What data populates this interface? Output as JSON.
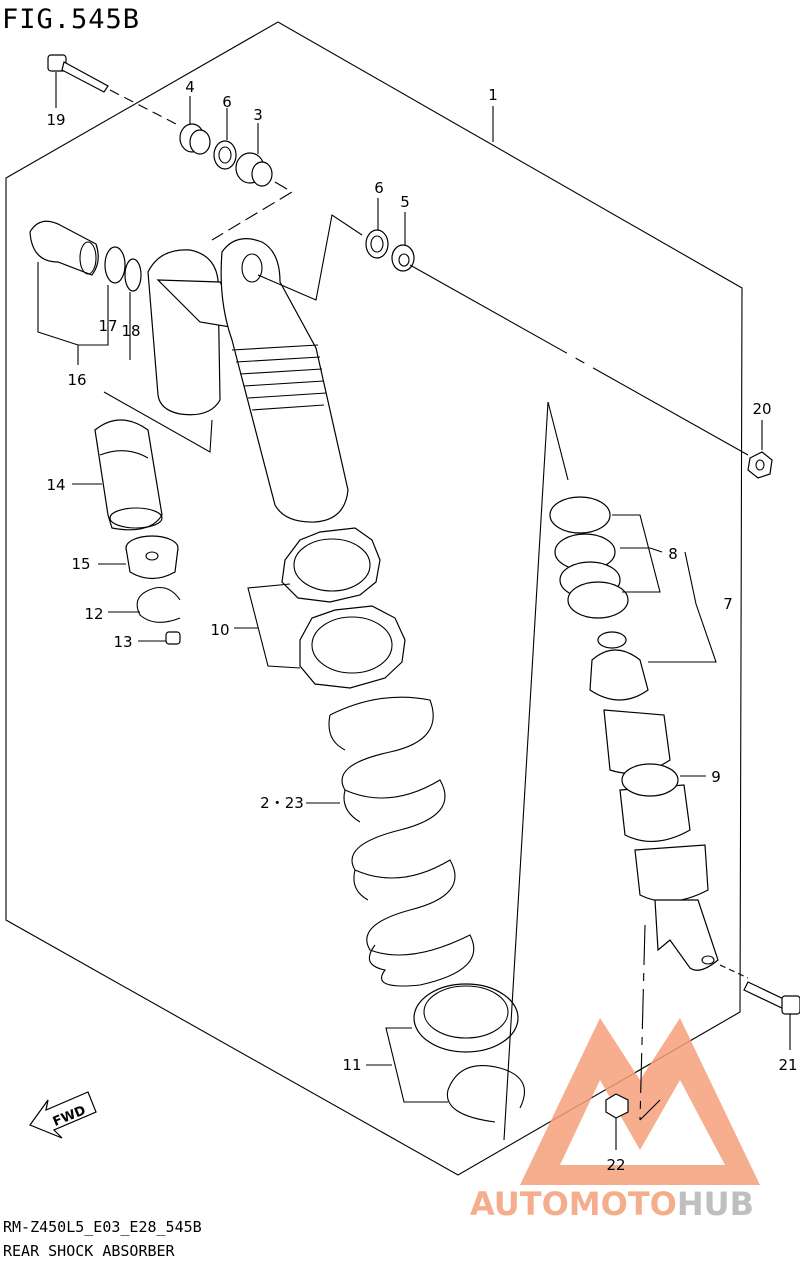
{
  "figure_title": "FIG.545B",
  "diagram_code": "RM-Z450L5_E03_E28_545B",
  "diagram_name": "REAR SHOCK ABSORBER",
  "fwd_label": "FWD",
  "watermark": {
    "word1": "AUTO",
    "word2": "MOTO",
    "word3": "HUB",
    "color_primary": "#f4a07a",
    "color_secondary": "#c0c0c0"
  },
  "callouts": {
    "c1": "1",
    "c2_23": "2・23",
    "c3": "3",
    "c4": "4",
    "c5": "5",
    "c6a": "6",
    "c6b": "6",
    "c7": "7",
    "c8": "8",
    "c9": "9",
    "c10": "10",
    "c11": "11",
    "c12": "12",
    "c13": "13",
    "c14": "14",
    "c15": "15",
    "c16": "16",
    "c17": "17",
    "c18": "18",
    "c19": "19",
    "c20": "20",
    "c21": "21",
    "c22": "22"
  }
}
